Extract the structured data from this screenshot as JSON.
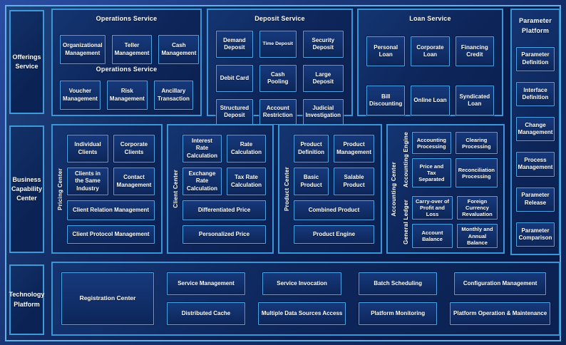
{
  "rails": {
    "offerings": "Offerings Service",
    "business_capability": "Business Capability Center",
    "technology_platform": "Technology Platform"
  },
  "operations": {
    "title": "Operations Service",
    "mid_label": "Operations Service",
    "row1": [
      "Organizational Management",
      "Teller Management",
      "Cash Management"
    ],
    "row2": [
      "Voucher Management",
      "Risk Management",
      "Ancillary Transaction"
    ]
  },
  "deposit": {
    "title": "Deposit Service",
    "boxes": [
      "Demand Deposit",
      "Time Deposit",
      "Security Deposit",
      "Debit Card",
      "Cash Pooling",
      "Large Deposit",
      "Structured Deposit",
      "Account Restriction",
      "Judicial Investigation"
    ]
  },
  "loan": {
    "title": "Loan Service",
    "row1": [
      "Personal Loan",
      "Corporate Loan",
      "Financing Credit"
    ],
    "row2": [
      "Bill Discounting",
      "Online Loan",
      "Syndicated Loan"
    ]
  },
  "parameter_platform": {
    "title": "Parameter Platform",
    "boxes": [
      "Parameter Definition",
      "Interface Definition",
      "Change Management",
      "Process Management",
      "Parameter Release",
      "Parameter Comparison"
    ]
  },
  "pricing_center": {
    "label": "Pricing Center",
    "grid": [
      "Individual Clients",
      "Corporate Clients",
      "Clients in the Same Industry",
      "Contact Management"
    ],
    "wide1": "Client Relation Management",
    "wide2": "Client Protocol Management"
  },
  "client_center": {
    "label": "Client Center",
    "grid": [
      "Interest Rate Calculation",
      "Rate Calculation",
      "Exchange Rate Calculation",
      "Tax Rate Calculation"
    ],
    "wide1": "Differentiated Price",
    "wide2": "Personalized Price"
  },
  "product_center": {
    "label": "Product Center",
    "grid": [
      "Product Definition",
      "Product Management",
      "Basic Product",
      "Salable Product"
    ],
    "wide1": "Combined Product",
    "wide2": "Product Engine"
  },
  "accounting_center": {
    "label": "Accounting Center",
    "engine": {
      "label": "Accounting Engine",
      "boxes": [
        "Accounting Processing",
        "Clearing Processing",
        "Price and Tax Separated",
        "Reconciliation Processing"
      ]
    },
    "ledger": {
      "label": "General Ledger",
      "boxes": [
        "Carry-over of Profit and Loss",
        "Foreign Currency Revaluation",
        "Account Balance",
        "Monthly and Annual Balance"
      ]
    }
  },
  "technology": {
    "registration": "Registration Center",
    "col1": [
      "Service Management",
      "Distributed Cache"
    ],
    "col2": [
      "Service Invocation",
      "Multiple Data Sources Access"
    ],
    "col3": [
      "Batch Scheduling",
      "Platform Monitoring"
    ],
    "col4": [
      "Configuration Management",
      "Platform Operation & Maintenance"
    ]
  },
  "colors": {
    "frame_line": "#66b1e3",
    "group_border": "#3a96d6",
    "box_border": "#4ba6e8",
    "panel_bg": "#0c2459",
    "text": "#ffffff"
  }
}
